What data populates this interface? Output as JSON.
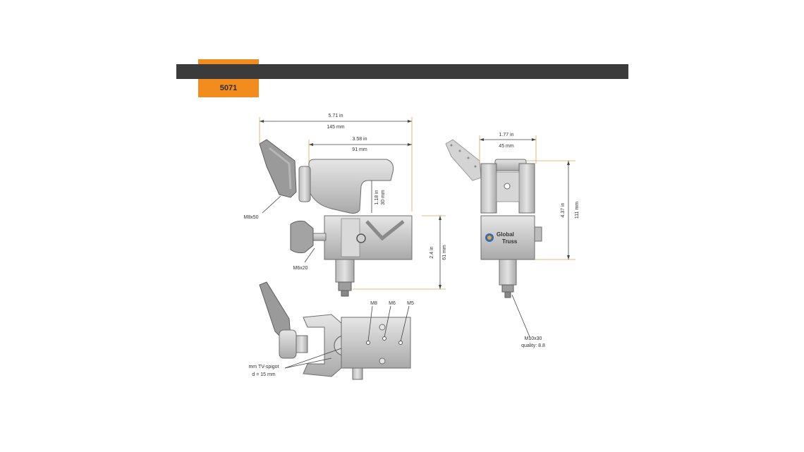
{
  "sheet": {
    "model": "5071",
    "colors": {
      "bar": "#3b3b3b",
      "accent": "#f28c1c",
      "leader_orange": "#e8a050",
      "metal": "#c9c9c9",
      "outline": "#6d6d6d"
    }
  },
  "side_view": {
    "overall_width_in": "5.71 in",
    "overall_width_mm": "145 mm",
    "jaw_width_in": "3.58 in",
    "jaw_width_mm": "91 mm",
    "jaw_open_in": "1.18 in",
    "jaw_open_mm": "30 mm",
    "body_height_in": "2.4 in",
    "body_height_mm": "61 mm",
    "lever_thread": "M8x50",
    "knob_thread": "M6x20"
  },
  "front_view": {
    "width_in": "1.77 in",
    "width_mm": "45 mm",
    "height_in": "4.37 in",
    "height_mm": "111 mm",
    "logo_line1": "Global",
    "logo_line2": "Truss",
    "bolt_spec_line1": "M10x30",
    "bolt_spec_line2": "quality: 8.8"
  },
  "top_view": {
    "hole_m8": "M8",
    "hole_m6": "M6",
    "hole_m5": "M5",
    "spigot_line1": "mm TV-spigot",
    "spigot_line2": "d = 15 mm"
  }
}
